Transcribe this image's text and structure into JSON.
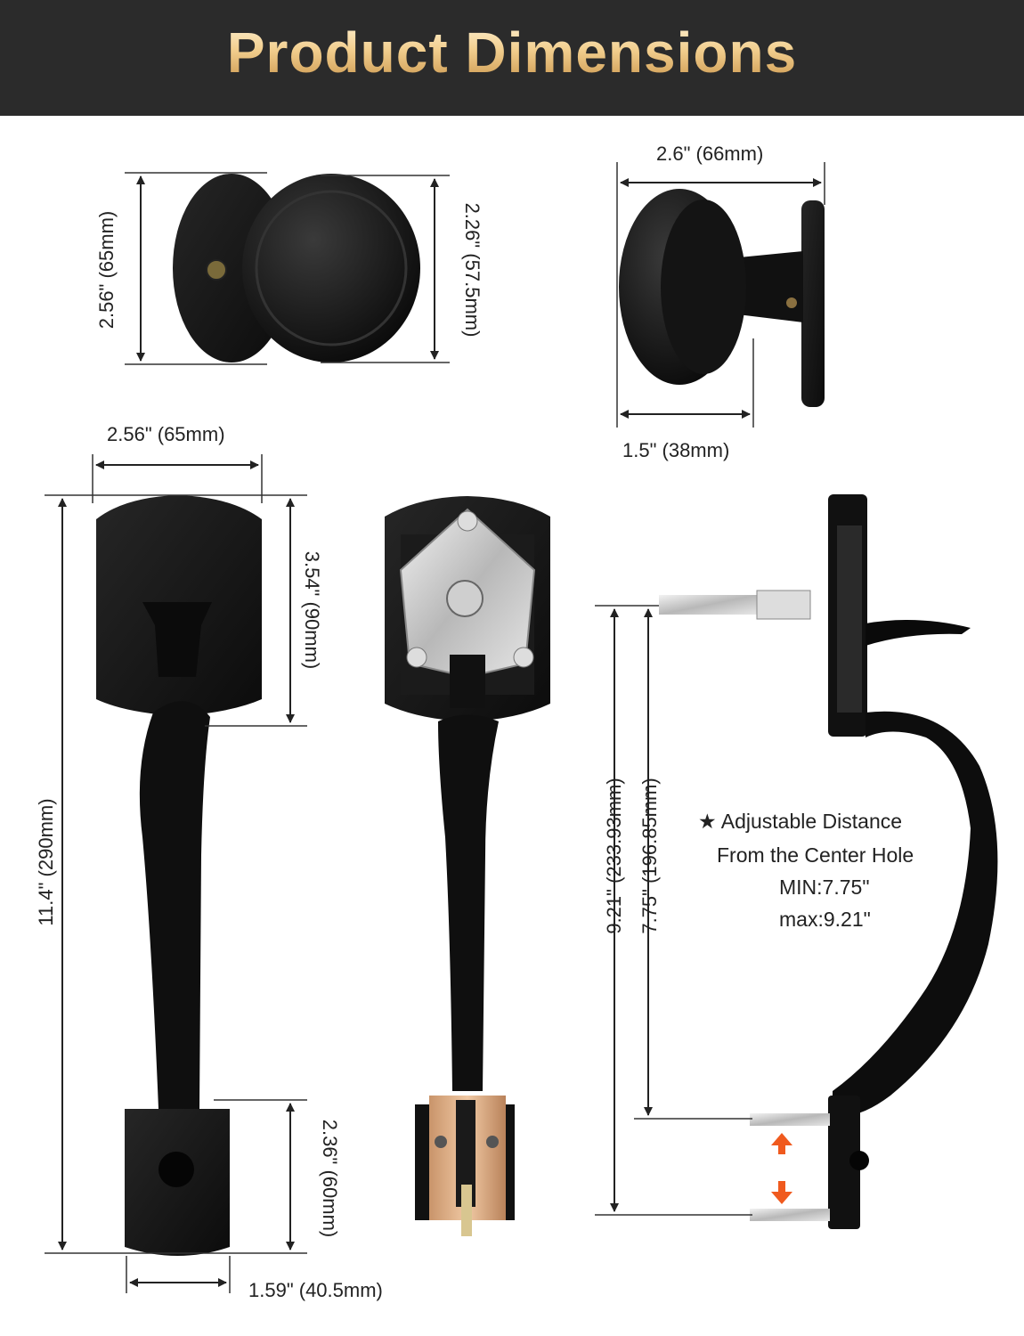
{
  "header": {
    "title": "Product Dimensions"
  },
  "dimensions": {
    "knob_rose_height": "2.56\" (65mm)",
    "knob_height": "2.26\" (57.5mm)",
    "knob_depth": "2.6\" (66mm)",
    "knob_projection": "1.5\" (38mm)",
    "plate_width": "2.56\" (65mm)",
    "plate_height": "3.54\" (90mm)",
    "overall_height": "11.4\" (290mm)",
    "bottom_plate_height": "2.36\" (60mm)",
    "bottom_plate_width": "1.59\" (40.5mm)",
    "max_distance": "9.21\" (233.93mm)",
    "min_distance": "7.75\" (196.85mm)"
  },
  "note": {
    "star": "★",
    "line1": "Adjustable Distance",
    "line2": "From the Center Hole",
    "line3": "MIN:7.75\"",
    "line4": "max:9.21\""
  },
  "colors": {
    "banner": "#2b2b2b",
    "hardware": "#121212",
    "arrow": "#f05a1e"
  }
}
